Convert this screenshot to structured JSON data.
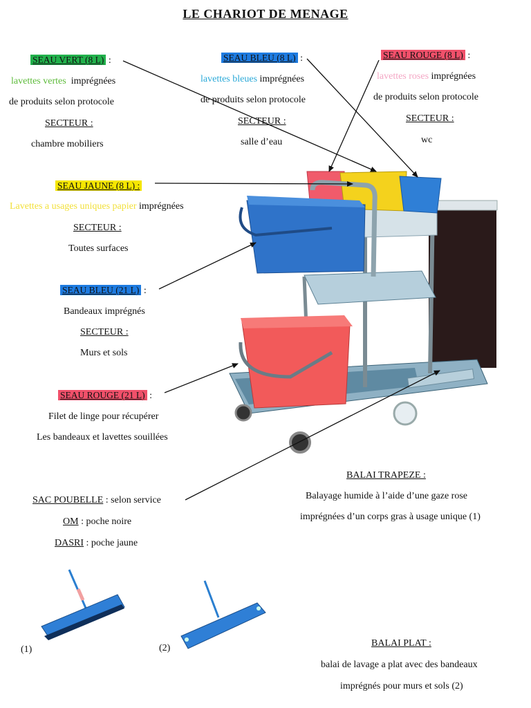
{
  "title": "LE CHARIOT DE MENAGE",
  "vert": {
    "label": "SEAU VERT (8 L)",
    "colon": ":",
    "line1_color": "lavettes vertes",
    "line1_rest": "imprégnées",
    "line2": "de produits selon protocole",
    "secteur": "SECTEUR :",
    "zone": "chambre mobiliers"
  },
  "bleu8": {
    "label": "SEAU BLEU (8 L)",
    "colon": ":",
    "line1_color": "lavettes bleues",
    "line1_rest": "imprégnées",
    "line2": "de produits selon protocole",
    "secteur": "SECTEUR :",
    "zone": "salle d’eau"
  },
  "rouge8": {
    "label": "SEAU ROUGE (8 L)",
    "colon": ":",
    "line1_color": "lavettes roses",
    "line1_rest": "imprégnées",
    "line2": "de produits selon protocole",
    "secteur": "SECTEUR :",
    "zone": "wc"
  },
  "jaune": {
    "label": "SEAU JAUNE (8 L) :",
    "line1_color": "Lavettes a usages uniques papier",
    "line1_rest": "imprégnées",
    "secteur": "SECTEUR :",
    "zone": "Toutes surfaces"
  },
  "bleu21": {
    "label": "SEAU BLEU (21 L)",
    "colon": ":",
    "line1": "Bandeaux  imprégnés",
    "secteur": "SECTEUR :",
    "zone": "Murs et sols"
  },
  "rouge21": {
    "label": "SEAU ROUGE (21 L)",
    "colon": ":",
    "line1": "Filet de linge pour récupérer",
    "line2": "Les bandeaux et lavettes souillées"
  },
  "sac": {
    "label": "SAC POUBELLE",
    "rest": ": selon service",
    "om_label": "OM",
    "om_rest": ": poche noire",
    "dasri_label": "DASRI",
    "dasri_rest": ": poche jaune"
  },
  "balai_trapeze": {
    "heading": "BALAI TRAPEZE :",
    "line1": "Balayage humide à l’aide d’une gaze rose",
    "line2": "imprégnées d’un corps gras à usage unique (1)"
  },
  "balai_plat": {
    "heading": "BALAI  PLAT :",
    "line1": "balai de lavage a plat avec des bandeaux",
    "line2": "imprégnés pour murs et sols (2)"
  },
  "captions": {
    "one": "(1)",
    "two": "(2)"
  },
  "colors": {
    "green_bg": "#22b14c",
    "blue_bg": "#1e7be0",
    "red_bg": "#f0506a",
    "yellow_bg": "#f5e600",
    "green_text": "#5dbb3a",
    "blue_text": "#2aa9d8",
    "pink_text": "#f4a6c4",
    "yellow_text": "#f2e03a"
  }
}
